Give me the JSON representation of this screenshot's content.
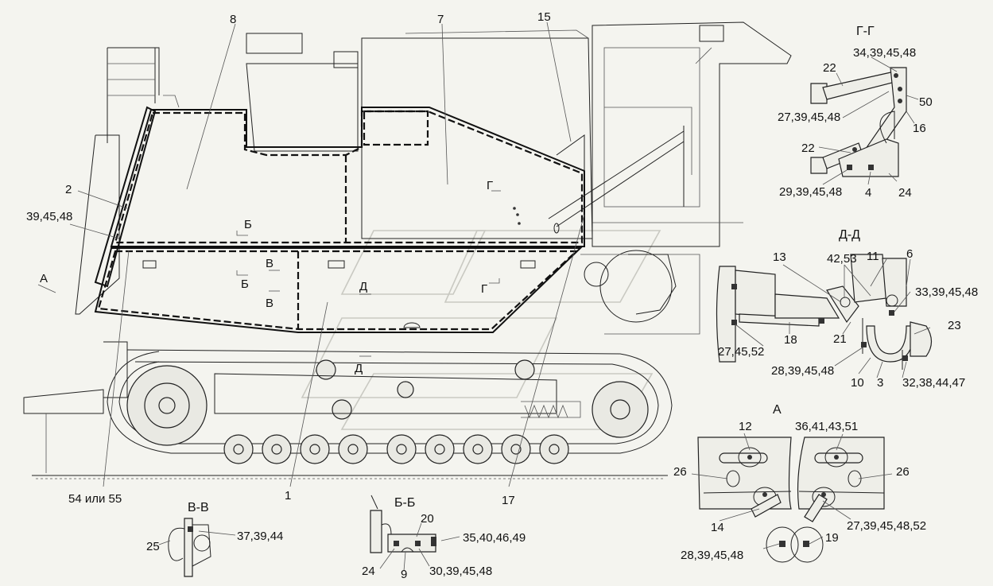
{
  "labels": {
    "main": [
      {
        "id": "l8",
        "text": "8"
      },
      {
        "id": "l7",
        "text": "7"
      },
      {
        "id": "l15",
        "text": "15"
      },
      {
        "id": "l2",
        "text": "2"
      },
      {
        "id": "l394548",
        "text": "39,45,48"
      },
      {
        "id": "lA",
        "text": "А"
      },
      {
        "id": "lB1",
        "text": "Б"
      },
      {
        "id": "lB2",
        "text": "Б"
      },
      {
        "id": "lV1",
        "text": "В"
      },
      {
        "id": "lV2",
        "text": "В"
      },
      {
        "id": "lD",
        "text": "Д"
      },
      {
        "id": "lD2",
        "text": "Д"
      },
      {
        "id": "lG1",
        "text": "Г"
      },
      {
        "id": "lG2",
        "text": "Г"
      },
      {
        "id": "l1",
        "text": "1"
      },
      {
        "id": "l17",
        "text": "17"
      },
      {
        "id": "l5455",
        "text": "54 или 55"
      }
    ],
    "gg": [
      {
        "id": "ggT",
        "text": "Г-Г"
      },
      {
        "id": "g1",
        "text": "34,39,45,48"
      },
      {
        "id": "g2",
        "text": "22"
      },
      {
        "id": "g3",
        "text": "50"
      },
      {
        "id": "g4",
        "text": "27,39,45,48"
      },
      {
        "id": "g5",
        "text": "16"
      },
      {
        "id": "g6",
        "text": "22"
      },
      {
        "id": "g7",
        "text": "29,39,45,48"
      },
      {
        "id": "g8",
        "text": "4"
      },
      {
        "id": "g9",
        "text": "24"
      }
    ],
    "dd": [
      {
        "id": "ddT",
        "text": "Д-Д"
      },
      {
        "id": "d1",
        "text": "13"
      },
      {
        "id": "d2",
        "text": "42,53"
      },
      {
        "id": "d3",
        "text": "11"
      },
      {
        "id": "d4",
        "text": "6"
      },
      {
        "id": "d5",
        "text": "33,39,45,48"
      },
      {
        "id": "d6",
        "text": "23"
      },
      {
        "id": "d7",
        "text": "27,45,52"
      },
      {
        "id": "d8",
        "text": "18"
      },
      {
        "id": "d9",
        "text": "21"
      },
      {
        "id": "d10",
        "text": "28,39,45,48"
      },
      {
        "id": "d11",
        "text": "10"
      },
      {
        "id": "d12",
        "text": "3"
      },
      {
        "id": "d13",
        "text": "32,38,44,47"
      }
    ],
    "aa": [
      {
        "id": "aT",
        "text": "А"
      },
      {
        "id": "a1",
        "text": "12"
      },
      {
        "id": "a2",
        "text": "36,41,43,51"
      },
      {
        "id": "a3",
        "text": "26"
      },
      {
        "id": "a4",
        "text": "26"
      },
      {
        "id": "a5",
        "text": "14"
      },
      {
        "id": "a6",
        "text": "27,39,45,48,52"
      },
      {
        "id": "a7",
        "text": "19"
      },
      {
        "id": "a8",
        "text": "28,39,45,48"
      }
    ],
    "vv": [
      {
        "id": "vT",
        "text": "В-В"
      },
      {
        "id": "v1",
        "text": "25"
      },
      {
        "id": "v2",
        "text": "37,39,44"
      }
    ],
    "bb": [
      {
        "id": "bT",
        "text": "Б-Б"
      },
      {
        "id": "b1",
        "text": "20"
      },
      {
        "id": "b2",
        "text": "35,40,46,49"
      },
      {
        "id": "b3",
        "text": "24"
      },
      {
        "id": "b4",
        "text": "9"
      },
      {
        "id": "b5",
        "text": "30,39,45,48"
      }
    ]
  }
}
